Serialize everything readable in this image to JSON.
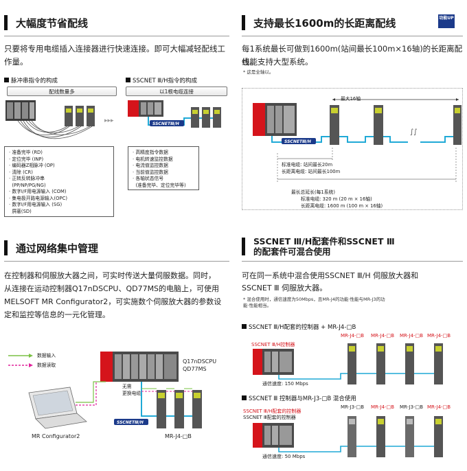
{
  "s1": {
    "title": "大幅度节省配线",
    "para": "只要将专用电缆插入连接器进行快速连接。即可大幅减轻配线工作量。",
    "pulse_header": "脉冲串指令的构成",
    "pulse_pill": "配线数量多",
    "sscnet_header": "SSCNET Ⅲ/H指令的构成",
    "sscnet_pill": "以1根电缆连接",
    "pulse_list": [
      "· 准备完毕 (RD)",
      "· 定位完毕 (INP)",
      "· 编码器Z相脉冲 (OP)",
      "· 清除 (CR)",
      "· 正转反转脉冲串",
      "  (PP/NP/PG/NG)",
      "· 数字I/F用电源输入 (COM)",
      "· 集电极开路电源输入(OPC)",
      "· 数字I/F用电源输入 (SG)",
      "  屏蔽(SD)"
    ],
    "sscnet_list": [
      "· 高精度指令数据",
      "· 电机转速监控数据",
      "· 电流值监控数据",
      "· 当前值监控数据",
      "· 各轴状态信号",
      "  (准备完毕、定位完毕等)"
    ]
  },
  "s2": {
    "title": "支持最长1600m的长距离配线",
    "badge": "功能UP",
    "para1": "每1系统最长可做到1600m(站间最长100m×16轴)的长距离配线。",
    "para2": "也能支持大型系统。",
    "note": "* 这是全轴以。",
    "axis_label": "最大16轴",
    "cable1": "标准电缆: 站间最长20m",
    "cable2": "长距离电缆: 站间最长100m",
    "total_title": "最长总延长(每1系统)",
    "total1": "标准电缆: 320 m (20 m × 16轴)",
    "total2": "长距离电缆: 1600 m (100 m × 16轴)",
    "logo": "SSCNETⅢ/H"
  },
  "s3": {
    "title": "通过网络集中管理",
    "para": [
      "在控制器和伺服放大器之间，可实时传送大量伺服数据。同时，",
      "从连接在运动控制器Q17nDSCPU、QD77MS的电脑上，可使用",
      "MELSOFT MR Configurator2，可实施数个伺服放大器的参数设",
      "定和监控等信息的一元化管理。"
    ],
    "legend_in": "数据输入",
    "legend_out": "数据读取",
    "ctrl1": "Q17nDSCPU",
    "ctrl2": "QD77MS",
    "no_cable1": "无需",
    "no_cable2": "更换电缆",
    "pc": "MR Configurator2",
    "amp": "MR-J4-□B",
    "logo": "SSCNETⅢ/H"
  },
  "s4": {
    "title1": "SSCNET Ⅲ/H配套件和SSCNET Ⅲ",
    "title2": "的配套件可混合使用",
    "para1": "可在同一系统中混合使用SSCNET Ⅲ/H 伺服放大器和",
    "para2": "SSCNET Ⅲ 伺服放大器。",
    "note1": "* 混合使用时，通信速度为50Mbps，且MR-J4的功能·性能与MR-J3的功",
    "note2": "  能·性能相当。",
    "sub1": "SSCNET Ⅲ/H配套的控制器 + MR-J4-□B",
    "ctrl1": "SSCNET Ⅲ/H控制器",
    "amps1": [
      "MR-J4-□B",
      "MR-J4-□B",
      "MR-J4-□B",
      "MR-J4-□B"
    ],
    "speed1": "通信速度:  150 Mbps",
    "sub2": "SSCNET Ⅲ 控制器与MR-J3-□B 混合使用",
    "ctrl2a": "SSCNET Ⅲ/H配套的控制器",
    "ctrl2b": "SSCNET Ⅲ配套的控制器",
    "amps2": [
      "MR-J3-□B",
      "MR-J4-□B",
      "MR-J3-□B",
      "MR-J4-□B"
    ],
    "speed2": "通信速度:  50 Mbps"
  },
  "colors": {
    "cable": "#1fa9d6",
    "red": "#d5141b",
    "green": "#7ac143",
    "magenta": "#e0219a"
  }
}
